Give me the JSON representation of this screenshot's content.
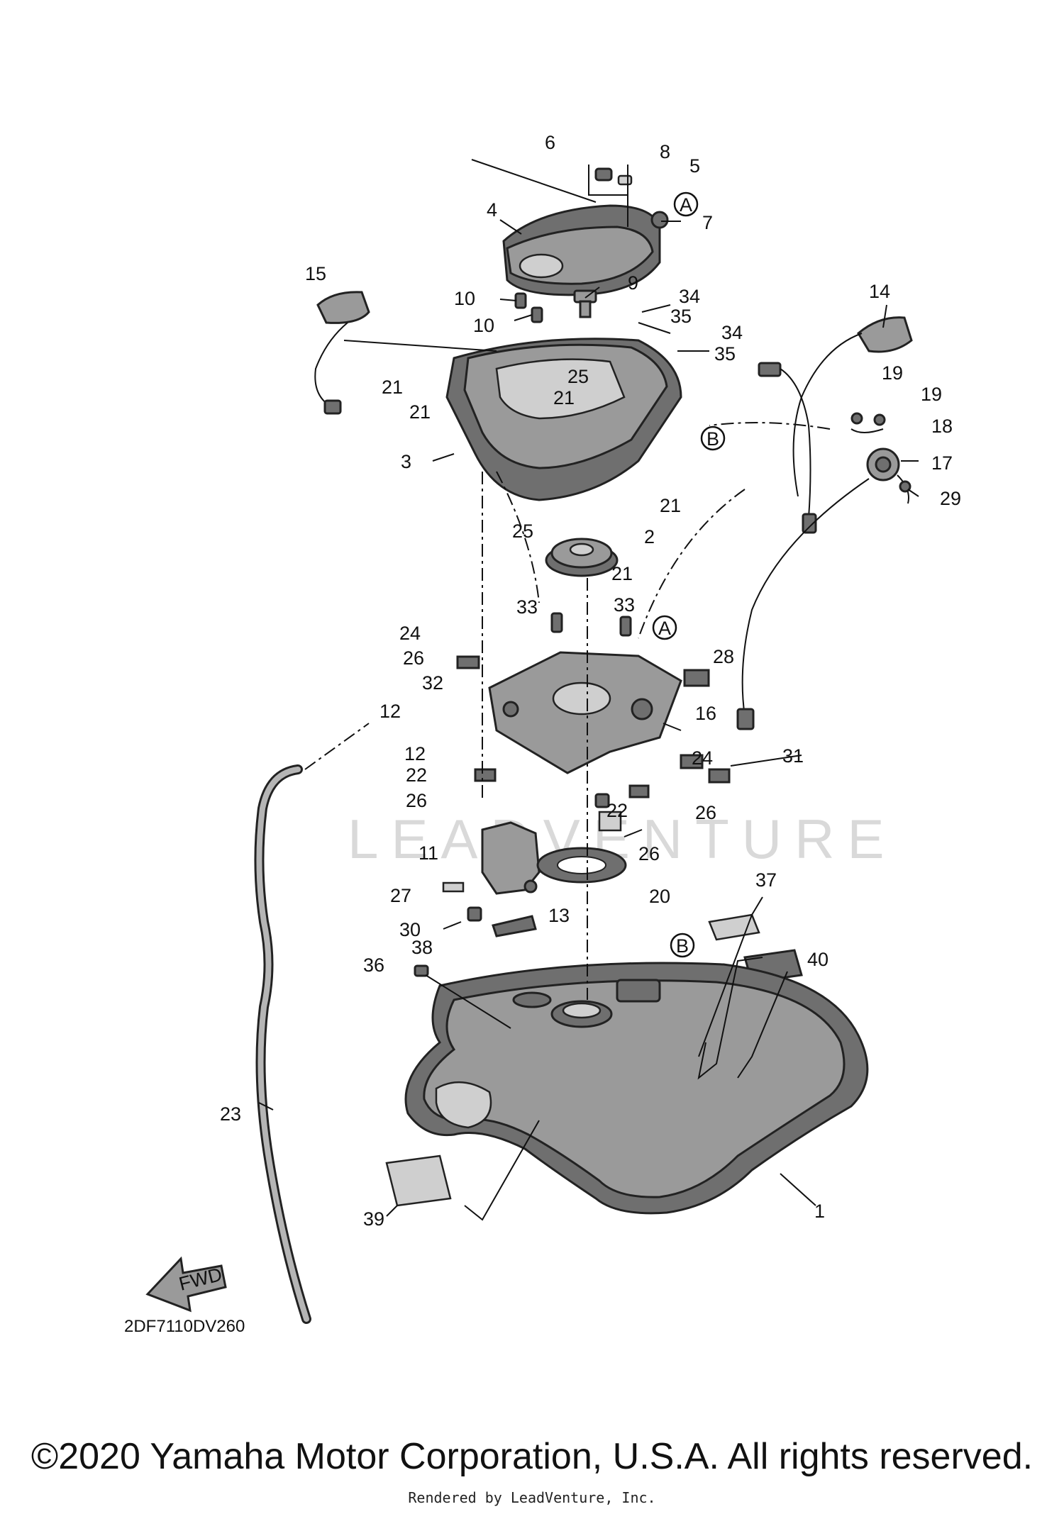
{
  "diagram": {
    "part_numbers": [
      "1",
      "2",
      "3",
      "4",
      "5",
      "6",
      "7",
      "8",
      "9",
      "10",
      "10",
      "11",
      "12",
      "12",
      "13",
      "14",
      "15",
      "16",
      "17",
      "18",
      "19",
      "19",
      "20",
      "21",
      "21",
      "21",
      "21",
      "21",
      "22",
      "22",
      "23",
      "24",
      "24",
      "25",
      "25",
      "26",
      "26",
      "26",
      "26",
      "27",
      "28",
      "29",
      "30",
      "31",
      "32",
      "33",
      "33",
      "34",
      "34",
      "35",
      "35",
      "36",
      "37",
      "38",
      "39",
      "40"
    ],
    "ref_markers": [
      "A",
      "A",
      "B",
      "B"
    ],
    "fwd_label": "FWD",
    "diagram_code": "2DF7110DV260",
    "watermark": "LEADVENTURE"
  },
  "footer": {
    "copyright": "©2020 Yamaha Motor Corporation, U.S.A. All rights reserved.",
    "rendered_by": "Rendered by LeadVenture, Inc."
  }
}
